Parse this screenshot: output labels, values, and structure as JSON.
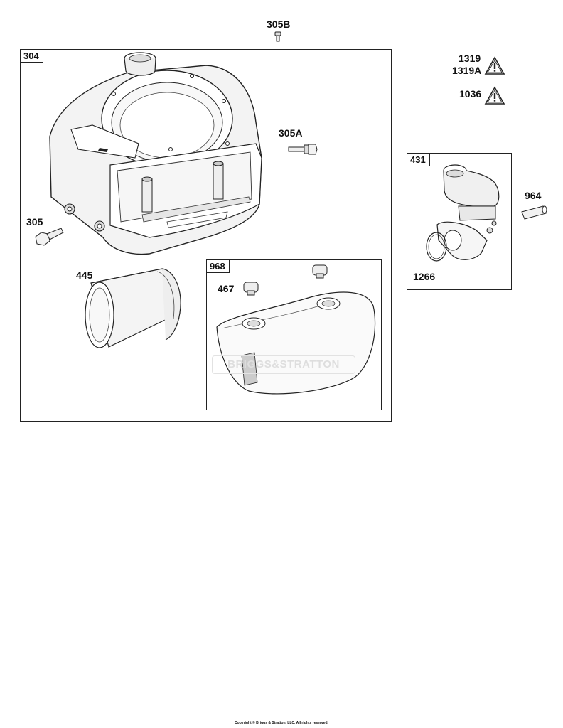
{
  "callouts": {
    "p305B": "305B",
    "p1319": "1319",
    "p1319A": "1319A",
    "p1036": "1036",
    "p305A": "305A",
    "p305": "305",
    "p445": "445",
    "p467": "467",
    "p964": "964",
    "p1266": "1266"
  },
  "boxes": {
    "b304": "304",
    "b968": "968",
    "b431": "431"
  },
  "watermark": "BRIGGS&STRATTON",
  "footer": "Copyright © Briggs & Stratton, LLC. All rights reserved.",
  "icons": [
    "warning-triangle-icon"
  ]
}
